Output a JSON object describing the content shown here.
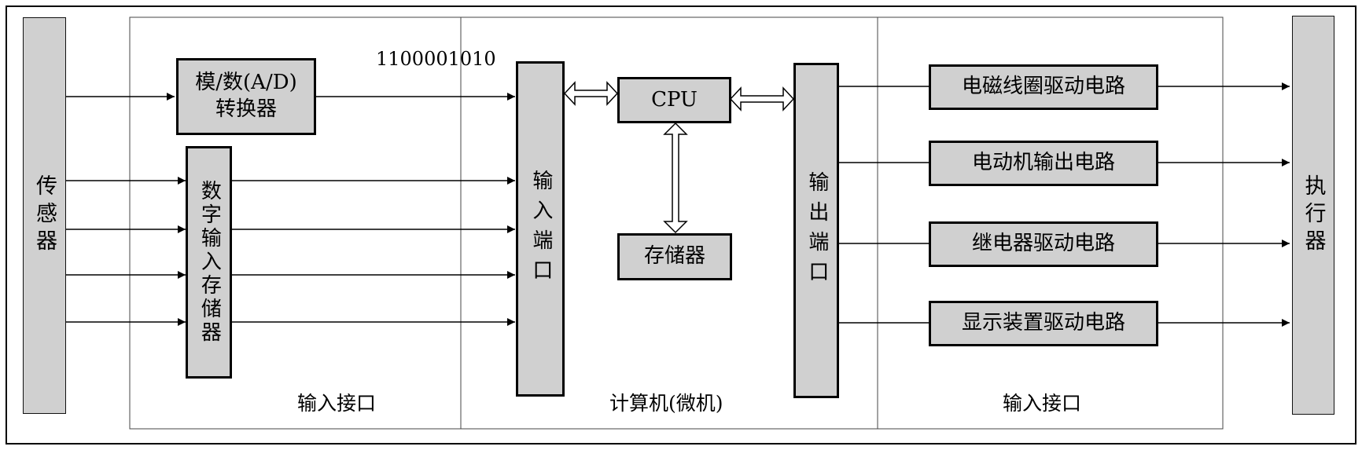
{
  "sensor": "传感器",
  "actuator": "执行器",
  "ad_converter": {
    "line1": "模/数(A/D)",
    "line2": "转换器"
  },
  "digital_input_storage": "数字输入存储器",
  "binary_sample": "1100001010",
  "input_port": "输入端口",
  "cpu": "CPU",
  "memory": "存储器",
  "output_port": "输出端口",
  "drivers": [
    "电磁线圈驱动电路",
    "电动机输出电路",
    "继电器驱动电路",
    "显示装置驱动电路"
  ],
  "sections": {
    "left": "输入接口",
    "middle": "计算机(微机)",
    "right": "输入接口"
  }
}
